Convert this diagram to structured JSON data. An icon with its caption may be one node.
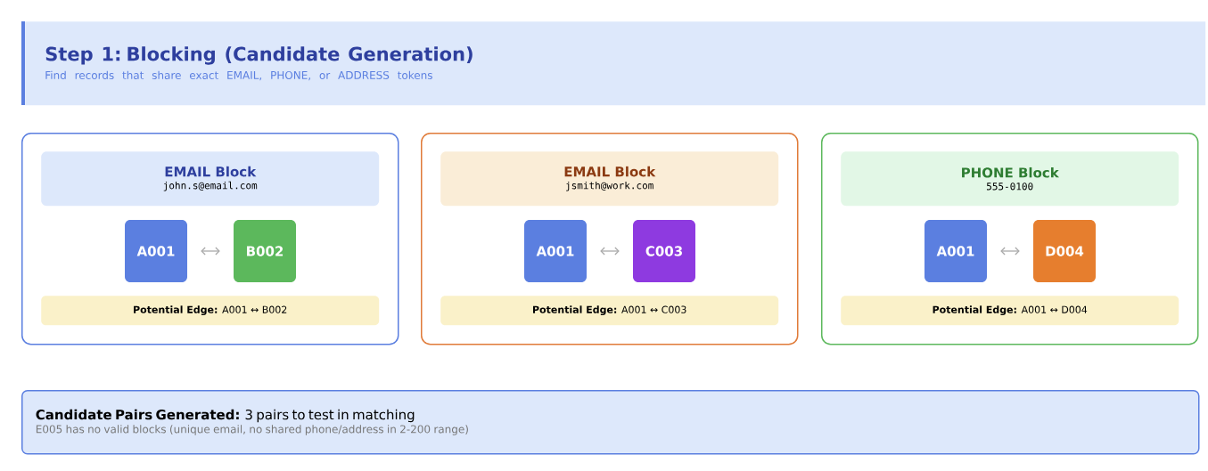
{
  "diagram": {
    "nodes": [
      {
        "text": [
          "Step 1: Blocking (Candidate Generation)",
          "Find records that share exact EMAIL, PHONE, or ADDRESS tokens"
        ]
      },
      {
        "text": [],
        "shape": "box"
      },
      {
        "text": [
          "EMAIL Block",
          "john.s@email.com"
        ],
        "in": 1
      },
      {
        "text": [
          "A001"
        ],
        "in": 1
      },
      {
        "text": [
          "B002"
        ],
        "in": 1
      },
      {
        "text": [
          "**Potential Edge:** A001 ↔ B002"
        ],
        "in": 1
      },
      {
        "text": [],
        "shape": "box"
      },
      {
        "text": [
          "EMAIL Block",
          "jsmith@work.com"
        ],
        "in": 6
      },
      {
        "text": [
          "A001"
        ],
        "in": 6
      },
      {
        "text": [
          "C003"
        ],
        "in": 6
      },
      {
        "text": [
          "**Potential Edge:** A001 ↔ C003"
        ],
        "in": 6
      },
      {
        "text": [],
        "shape": "box"
      },
      {
        "text": [
          "PHONE Block",
          "555-0100"
        ],
        "in": 11
      },
      {
        "text": [
          "A001"
        ],
        "in": 11
      },
      {
        "text": [
          "D004"
        ],
        "in": 11
      },
      {
        "text": [
          "**Potential Edge:** A001 ↔ D004"
        ],
        "in": 11
      },
      {
        "text": [
          "**Candidate Pairs Generated:** 3 pairs to test in matching",
          "E005 has no valid blocks (unique email, no shared phone/address in 2-200 range)"
        ]
      }
    ],
    "edges": [
      {
        "from": 3,
        "to": 4,
        "arrow": "both"
      },
      {
        "from": 8,
        "to": 9,
        "arrow": "both"
      },
      {
        "from": 13,
        "to": 14,
        "arrow": "both"
      }
    ]
  }
}
